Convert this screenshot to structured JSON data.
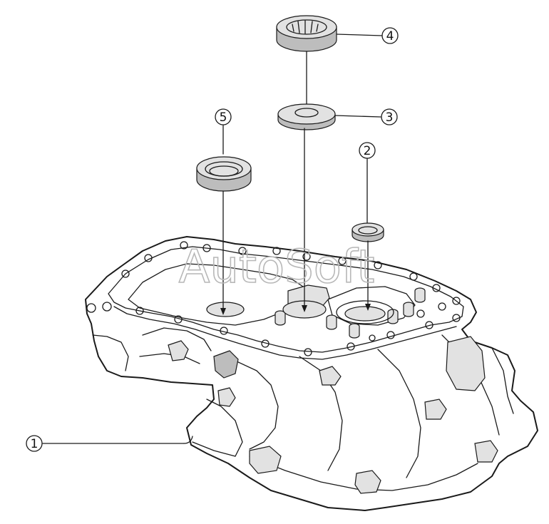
{
  "watermark": "AutoSoft",
  "callouts": [
    {
      "id": "1",
      "label": "1"
    },
    {
      "id": "2",
      "label": "2"
    },
    {
      "id": "3",
      "label": "3"
    },
    {
      "id": "4",
      "label": "4"
    },
    {
      "id": "5",
      "label": "5"
    }
  ]
}
